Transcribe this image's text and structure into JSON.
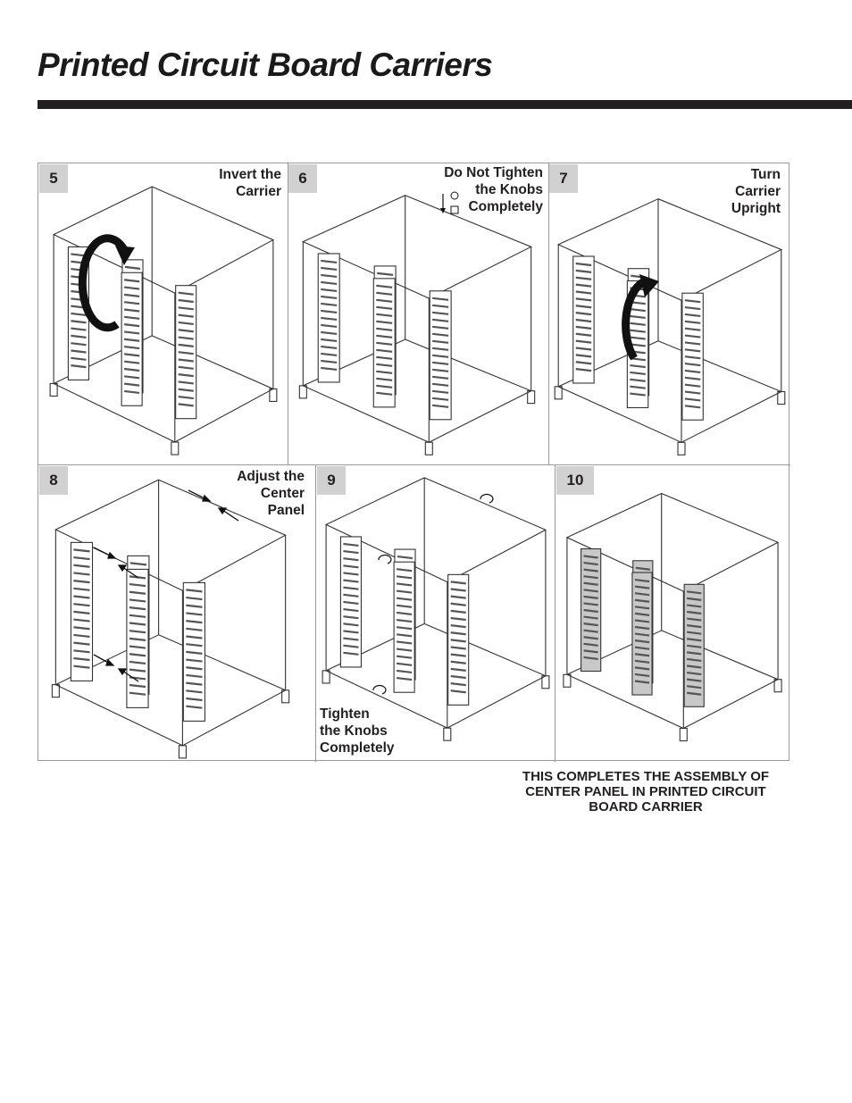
{
  "page": {
    "title": "Printed Circuit Board Carriers",
    "footer": "THIS COMPLETES THE ASSEMBLY OF\nCENTER PANEL IN PRINTED CIRCUIT\nBOARD CARRIER"
  },
  "steps": [
    {
      "number": "5",
      "caption": "Invert the\nCarrier"
    },
    {
      "number": "6",
      "caption": "Do Not Tighten\nthe Knobs\nCompletely"
    },
    {
      "number": "7",
      "caption": "Turn\nCarrier\nUpright"
    },
    {
      "number": "8",
      "caption": "Adjust the\nCenter\nPanel"
    },
    {
      "number": "9",
      "caption": "Tighten\nthe Knobs\nCompletely"
    },
    {
      "number": "10",
      "caption": ""
    }
  ],
  "colors": {
    "rule": "#231f20",
    "badge": "#d1d1d1",
    "border": "#9a9a9a",
    "panel_fill_step10": "#c8c8c8"
  }
}
